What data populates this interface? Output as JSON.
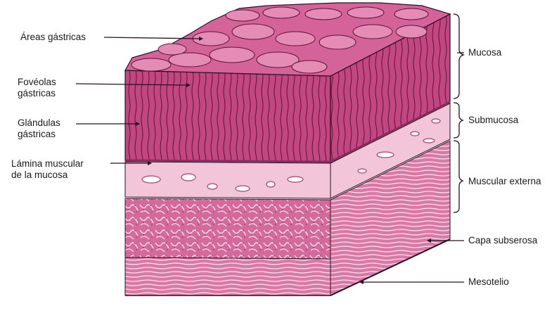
{
  "labels_left": {
    "areas_gastricas": "Áreas gástricas",
    "foveolas_line1": "Fovéolas",
    "foveolas_line2": "gástricas",
    "glandulas_line1": "Glándulas",
    "glandulas_line2": "gástricas",
    "lamina_line1": "Lámina muscular",
    "lamina_line2": "de la mucosa"
  },
  "labels_right": {
    "mucosa": "Mucosa",
    "submucosa": "Submucosa",
    "muscular_externa": "Muscular externa",
    "capa_subserosa": "Capa subserosa",
    "mesotelio": "Mesotelio"
  },
  "colors": {
    "mucosa": "#c8528c",
    "mucosa_light": "#e48bb6",
    "submucosa": "#f2c6d8",
    "muscle": "#d9709f",
    "outline": "#2a1020"
  }
}
